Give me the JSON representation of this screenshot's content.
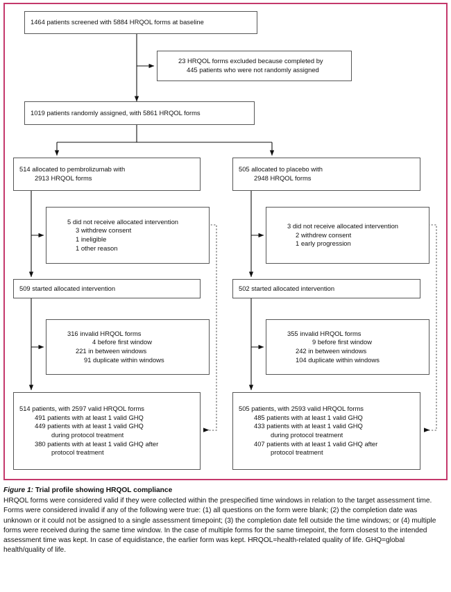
{
  "figure": {
    "frame_color": "#c4386b",
    "box_border_color": "#555555",
    "caption_label": "Figure 1:",
    "caption_title": " Trial profile showing HRQOL compliance",
    "caption_body": "HRQOL forms were considered valid if they were collected within the prespecified time windows in relation to the target assessment time. Forms were considered invalid if any of the following were true: (1) all questions on the form were blank; (2) the completion date was unknown or it could not be assigned to a single assessment timepoint; (3) the completion date fell outside the time windows; or (4) multiple forms were received during the same time window. In the case of multiple forms for the same timepoint, the form closest to the intended assessment time was kept. In case of equidistance, the earlier form was kept. HRQOL=health-related quality of life. GHQ=global health/quality of life."
  },
  "nodes": {
    "screened": {
      "lines": [
        "1464 patients screened with 5884 HRQOL forms at baseline"
      ]
    },
    "excluded": {
      "lines": [
        "23 HRQOL forms excluded because completed by",
        "445 patients who were not randomly assigned"
      ]
    },
    "randomised": {
      "lines": [
        "1019 patients randomly assigned, with 5861 HRQOL forms"
      ]
    },
    "alloc_left": {
      "lines": [
        "514 allocated to pembrolizumab with",
        "2913 HRQOL forms"
      ]
    },
    "alloc_right": {
      "lines": [
        "505 allocated to placebo with",
        "2948 HRQOL forms"
      ]
    },
    "notreceived_left": {
      "lines": [
        "5 did not receive allocated intervention",
        "3 withdrew consent",
        "1 ineligible",
        "1 other reason"
      ]
    },
    "notreceived_right": {
      "lines": [
        "3 did not receive allocated intervention",
        "2 withdrew consent",
        "1 early progression"
      ]
    },
    "started_left": {
      "lines": [
        "509 started allocated intervention"
      ]
    },
    "started_right": {
      "lines": [
        "502 started allocated intervention"
      ]
    },
    "invalid_left": {
      "lines": [
        "316 invalid HRQOL forms",
        "4 before first window",
        "221 in between windows",
        "91 duplicate within windows"
      ]
    },
    "invalid_right": {
      "lines": [
        "355 invalid HRQOL forms",
        "9 before first window",
        "242 in between windows",
        "104 duplicate within windows"
      ]
    },
    "valid_left": {
      "lines": [
        "514 patients, with 2597 valid HRQOL forms",
        "491 patients with at least 1 valid GHQ",
        "449 patients with at least 1 valid GHQ",
        "during protocol treatment",
        "380 patients with at least 1 valid GHQ after",
        "protocol treatment"
      ]
    },
    "valid_right": {
      "lines": [
        "505 patients, with 2593 valid HRQOL forms",
        "485 patients with at least 1 valid GHQ",
        "433 patients with at least 1 valid GHQ",
        "during protocol treatment",
        "407 patients with at least 1 valid GHQ after",
        "protocol treatment"
      ]
    }
  }
}
